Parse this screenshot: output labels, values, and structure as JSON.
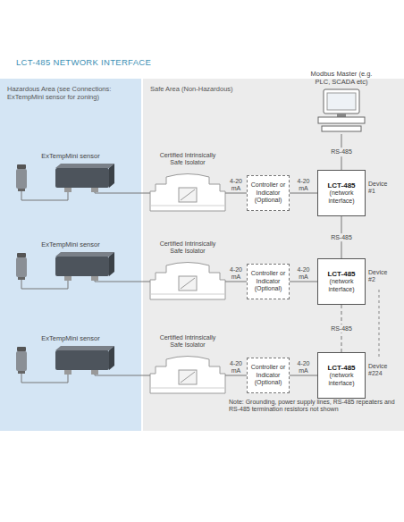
{
  "diagram": {
    "title": "LCT-485 NETWORK INTERFACE",
    "nodes": [
      {
        "text": [
          "Hazardous Area (see Connections: ExTempMini sensor for zoning)"
        ]
      },
      {
        "text": [
          "Safe Area (Non-Hazardous)"
        ]
      },
      {
        "text": [
          "Modbus Master (e.g. PLC, SCADA etc)"
        ],
        "in": 1
      },
      {
        "text": [
          "ExTempMini sensor"
        ],
        "in": 0
      },
      {
        "text": [
          "Certified Intrinsically Safe Isolator"
        ],
        "in": 1
      },
      {
        "text": [
          "Controller or Indicator (Optional)"
        ],
        "in": 1
      },
      {
        "text": [
          "LCT-485",
          "(network interface)"
        ],
        "in": 1
      },
      {
        "text": [
          "ExTempMini sensor"
        ],
        "in": 0
      },
      {
        "text": [
          "Certified Intrinsically Safe Isolator"
        ],
        "in": 1
      },
      {
        "text": [
          "Controller or Indicator (Optional)"
        ],
        "in": 1
      },
      {
        "text": [
          "LCT-485",
          "(network interface)"
        ],
        "in": 1
      },
      {
        "text": [
          "ExTempMini sensor"
        ],
        "in": 0
      },
      {
        "text": [
          "Certified Intrinsically Safe Isolator"
        ],
        "in": 1
      },
      {
        "text": [
          "Controller or Indicator (Optional)"
        ],
        "in": 1
      },
      {
        "text": [
          "LCT-485",
          "(network interface)"
        ],
        "in": 1
      }
    ],
    "edges": [
      {
        "from": 2,
        "to": 6,
        "label": "RS-485",
        "arrow": "none"
      },
      {
        "from": 3,
        "to": 4,
        "arrow": "none"
      },
      {
        "from": 4,
        "to": 5,
        "label": "4-20 mA",
        "arrow": "none"
      },
      {
        "from": 5,
        "to": 6,
        "label": "4-20 mA",
        "arrow": "none"
      },
      {
        "from": 6,
        "to": 10,
        "label": "RS-485",
        "arrow": "none"
      },
      {
        "from": 7,
        "to": 8,
        "arrow": "none"
      },
      {
        "from": 8,
        "to": 9,
        "label": "4-20 mA",
        "arrow": "none"
      },
      {
        "from": 9,
        "to": 10,
        "label": "4-20 mA",
        "arrow": "none"
      },
      {
        "from": 10,
        "to": 14,
        "label": "RS-485",
        "arrow": "none"
      },
      {
        "from": 11,
        "to": 12,
        "arrow": "none"
      },
      {
        "from": 12,
        "to": 13,
        "label": "4-20 mA",
        "arrow": "none"
      },
      {
        "from": 13,
        "to": 14,
        "label": "4-20 mA",
        "arrow": "none"
      }
    ],
    "labels": [
      "Device #1",
      "Device #2",
      "Device #224",
      "Note: Grounding, power supply lines, RS-485 repeaters and RS-485 termination resistors not shown"
    ]
  }
}
